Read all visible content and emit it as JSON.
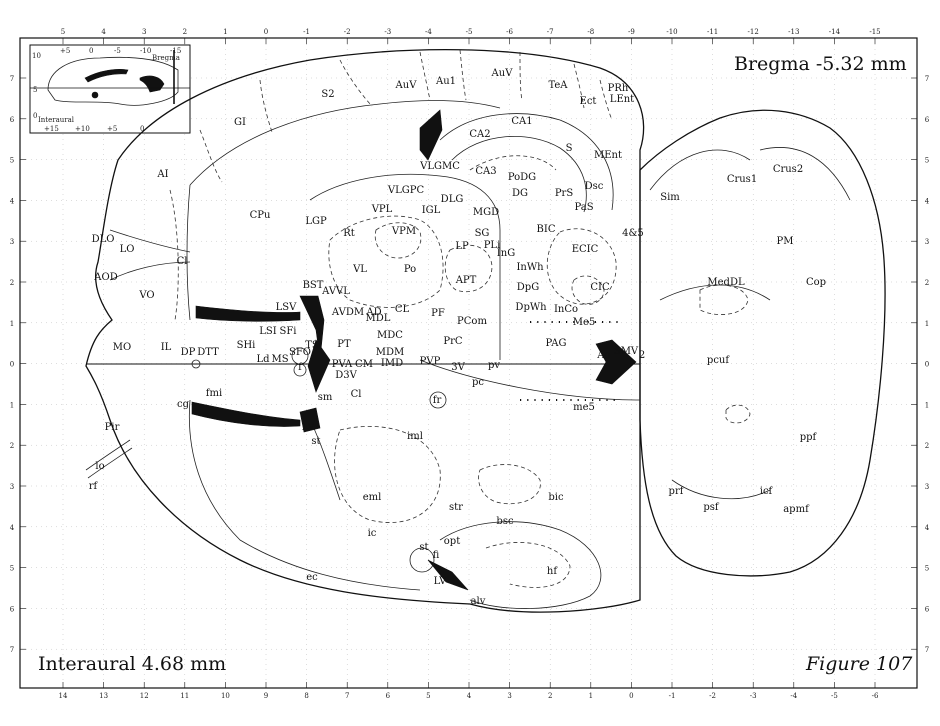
{
  "header": {
    "bregma": "Bregma -5.32 mm"
  },
  "footer": {
    "interaural": "Interaural 4.68 mm",
    "figure": "Figure 107"
  },
  "top_axis": [
    "5",
    "4",
    "3",
    "2",
    "1",
    "0",
    "-1",
    "-2",
    "-3",
    "-4",
    "-5",
    "-6",
    "-7",
    "-8",
    "-9",
    "-10",
    "-11",
    "-12",
    "-13",
    "-14",
    "-15"
  ],
  "bottom_axis": [
    "14",
    "13",
    "12",
    "11",
    "10",
    "9",
    "8",
    "7",
    "6",
    "5",
    "4",
    "3",
    "2",
    "1",
    "0",
    "-1",
    "-2",
    "-3",
    "-4",
    "-5",
    "-6"
  ],
  "left_axis": [
    "7",
    "6",
    "5",
    "4",
    "3",
    "2",
    "1",
    "0",
    "1",
    "2",
    "3",
    "4",
    "5",
    "6",
    "7"
  ],
  "inset": {
    "top_ticks": [
      "+5",
      "0",
      "-5",
      "-10",
      "-15"
    ],
    "bottom_ticks": [
      "+15",
      "+10",
      "+5",
      "0"
    ],
    "left_ticks": [
      "10",
      "5",
      "0"
    ],
    "bregma_label": "Bregma",
    "interaural_label": "Interaural"
  },
  "regions": [
    {
      "id": "S2",
      "text": "S2"
    },
    {
      "id": "AuV_a",
      "text": "AuV"
    },
    {
      "id": "Au1",
      "text": "Au1"
    },
    {
      "id": "AuV_b",
      "text": "AuV"
    },
    {
      "id": "TeA",
      "text": "TeA"
    },
    {
      "id": "PRh",
      "text": "PRh"
    },
    {
      "id": "LEnt",
      "text": "LEnt"
    },
    {
      "id": "Ect",
      "text": "Ect"
    },
    {
      "id": "GI",
      "text": "GI"
    },
    {
      "id": "AI",
      "text": "AI"
    },
    {
      "id": "CPu",
      "text": "CPu"
    },
    {
      "id": "CA1",
      "text": "CA1"
    },
    {
      "id": "CA2",
      "text": "CA2"
    },
    {
      "id": "CA3",
      "text": "CA3"
    },
    {
      "id": "S",
      "text": "S"
    },
    {
      "id": "MEnt",
      "text": "MEnt"
    },
    {
      "id": "PoDG",
      "text": "PoDG"
    },
    {
      "id": "DG",
      "text": "DG"
    },
    {
      "id": "VLGMC",
      "text": "VLGMC"
    },
    {
      "id": "VLGPC",
      "text": "VLGPC"
    },
    {
      "id": "DLG",
      "text": "DLG"
    },
    {
      "id": "IGL",
      "text": "IGL"
    },
    {
      "id": "MGD",
      "text": "MGD"
    },
    {
      "id": "PrS",
      "text": "PrS"
    },
    {
      "id": "PaS",
      "text": "PaS"
    },
    {
      "id": "Dsc",
      "text": "Dsc"
    },
    {
      "id": "Sim",
      "text": "Sim"
    },
    {
      "id": "Crus1",
      "text": "Crus1"
    },
    {
      "id": "Crus2",
      "text": "Crus2"
    },
    {
      "id": "4and5",
      "text": "4&5"
    },
    {
      "id": "PM",
      "text": "PM"
    },
    {
      "id": "MedDL",
      "text": "MedDL"
    },
    {
      "id": "Cop",
      "text": "Cop"
    },
    {
      "id": "LGP",
      "text": "LGP"
    },
    {
      "id": "VPL",
      "text": "VPL"
    },
    {
      "id": "VPM",
      "text": "VPM"
    },
    {
      "id": "Rt",
      "text": "Rt"
    },
    {
      "id": "SG",
      "text": "SG"
    },
    {
      "id": "LP",
      "text": "LP"
    },
    {
      "id": "PLi",
      "text": "PLi"
    },
    {
      "id": "BIC",
      "text": "BIC"
    },
    {
      "id": "InG",
      "text": "InG"
    },
    {
      "id": "InWh",
      "text": "InWh"
    },
    {
      "id": "ECIC",
      "text": "ECIC"
    },
    {
      "id": "DLO",
      "text": "DLO"
    },
    {
      "id": "LO",
      "text": "LO"
    },
    {
      "id": "Cl",
      "text": "Cl"
    },
    {
      "id": "AOD",
      "text": "AOD"
    },
    {
      "id": "VO",
      "text": "VO"
    },
    {
      "id": "VL",
      "text": "VL"
    },
    {
      "id": "Po",
      "text": "Po"
    },
    {
      "id": "APT",
      "text": "APT"
    },
    {
      "id": "DpG",
      "text": "DpG"
    },
    {
      "id": "CIC",
      "text": "CIC"
    },
    {
      "id": "BST",
      "text": "BST"
    },
    {
      "id": "AVVL",
      "text": "AVVL"
    },
    {
      "id": "LSV",
      "text": "LSV"
    },
    {
      "id": "AVDM",
      "text": "AVDM"
    },
    {
      "id": "AD",
      "text": "AD"
    },
    {
      "id": "CL",
      "text": "CL"
    },
    {
      "id": "PF",
      "text": "PF"
    },
    {
      "id": "DpWh",
      "text": "DpWh"
    },
    {
      "id": "InCo",
      "text": "InCo"
    },
    {
      "id": "MDL",
      "text": "MDL"
    },
    {
      "id": "LSI",
      "text": "LSI"
    },
    {
      "id": "SFi",
      "text": "SFi"
    },
    {
      "id": "PCom",
      "text": "PCom"
    },
    {
      "id": "Me5",
      "text": "Me5"
    },
    {
      "id": "MO",
      "text": "MO"
    },
    {
      "id": "IL",
      "text": "IL"
    },
    {
      "id": "SHi",
      "text": "SHi"
    },
    {
      "id": "DP",
      "text": "DP"
    },
    {
      "id": "DTT",
      "text": "DTT"
    },
    {
      "id": "PT",
      "text": "PT"
    },
    {
      "id": "MDC",
      "text": "MDC"
    },
    {
      "id": "PrC",
      "text": "PrC"
    },
    {
      "id": "PAG",
      "text": "PAG"
    },
    {
      "id": "Ld",
      "text": "Ld"
    },
    {
      "id": "MS",
      "text": "MS"
    },
    {
      "id": "SFO",
      "text": "SFO"
    },
    {
      "id": "TS",
      "text": "TS"
    },
    {
      "id": "MDM",
      "text": "MDM"
    },
    {
      "id": "Aq",
      "text": "Aq"
    },
    {
      "id": "SMV",
      "text": "SMV"
    },
    {
      "id": "two",
      "text": "2"
    },
    {
      "id": "f",
      "text": "f"
    },
    {
      "id": "PVA",
      "text": "PVA"
    },
    {
      "id": "CM",
      "text": "CM"
    },
    {
      "id": "IMD",
      "text": "IMD"
    },
    {
      "id": "PVP",
      "text": "PVP"
    },
    {
      "id": "3V",
      "text": "3V"
    },
    {
      "id": "pv",
      "text": "pv"
    },
    {
      "id": "D3V",
      "text": "D3V"
    },
    {
      "id": "pcuf",
      "text": "pcuf"
    },
    {
      "id": "pc",
      "text": "pc"
    },
    {
      "id": "fmi",
      "text": "fmi"
    },
    {
      "id": "cg",
      "text": "cg"
    },
    {
      "id": "sm",
      "text": "sm"
    },
    {
      "id": "Cl2",
      "text": "Cl"
    },
    {
      "id": "fr",
      "text": "fr"
    },
    {
      "id": "me5",
      "text": "me5"
    },
    {
      "id": "Pir",
      "text": "Pir"
    },
    {
      "id": "LV",
      "text": "LV"
    },
    {
      "id": "st",
      "text": "st"
    },
    {
      "id": "iml",
      "text": "iml"
    },
    {
      "id": "ppf",
      "text": "ppf"
    },
    {
      "id": "lo",
      "text": "lo"
    },
    {
      "id": "rf",
      "text": "rf"
    },
    {
      "id": "prf",
      "text": "prf"
    },
    {
      "id": "icf",
      "text": "icf"
    },
    {
      "id": "eml",
      "text": "eml"
    },
    {
      "id": "bic",
      "text": "bic"
    },
    {
      "id": "psf",
      "text": "psf"
    },
    {
      "id": "apmf",
      "text": "apmf"
    },
    {
      "id": "str",
      "text": "str"
    },
    {
      "id": "bsc",
      "text": "bsc"
    },
    {
      "id": "ic",
      "text": "ic"
    },
    {
      "id": "opt",
      "text": "opt"
    },
    {
      "id": "st2",
      "text": "st"
    },
    {
      "id": "fi",
      "text": "fi"
    },
    {
      "id": "hf",
      "text": "hf"
    },
    {
      "id": "ec",
      "text": "ec"
    },
    {
      "id": "LV2",
      "text": "LV"
    },
    {
      "id": "alv",
      "text": "alv"
    }
  ]
}
